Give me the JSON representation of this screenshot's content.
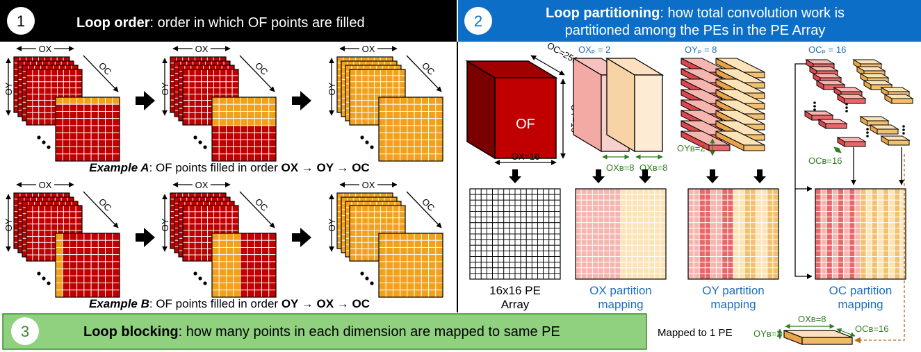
{
  "panel1": {
    "number": "1",
    "title_bold": "Loop order",
    "title_rest": ": order in which OF points are filled",
    "ox_label": "OX",
    "oy_label": "OY",
    "oc_label": "OC",
    "example_a": {
      "name": "Example A",
      "text": ": OF points filled in order ",
      "order": "OX → OY → OC"
    },
    "example_b": {
      "name": "Example B",
      "text": ": OF points filled in order ",
      "order": "OY → OX → OC"
    }
  },
  "panel2": {
    "number": "2",
    "title_bold": "Loop partitioning",
    "title_rest1": ": how total convolution work is",
    "title_rest2": "partitioned among the PEs in the PE Array",
    "of_label": "OF",
    "oc_dim": "OC=256",
    "oy_dim": "OY=16",
    "ox_dim": "OX=16",
    "oxp": "OXₚ = 2",
    "oyp": "OYₚ = 8",
    "ocp": "OCₚ = 16",
    "oxb1": "OXʙ=8",
    "oxb2": "OXʙ=8",
    "oyb": "OYʙ=2",
    "ocb": "OCʙ=16",
    "grid_labels": [
      [
        "16x16 PE",
        "Array"
      ],
      [
        "OX partition",
        "mapping"
      ],
      [
        "OY partition",
        "mapping"
      ],
      [
        "OC partition",
        "mapping"
      ]
    ],
    "mapped_label": "Mapped to 1 PE",
    "pe_oxb": "OXʙ=8",
    "pe_oyb": "OYʙ=2",
    "pe_ocb": "OCʙ=16"
  },
  "panel3": {
    "number": "3",
    "title_bold": "Loop blocking",
    "title_rest": ": how many points in each dimension are mapped to same PE"
  },
  "colors": {
    "red": "#c00000",
    "dark_red": "#7a0000",
    "orange": "#f2a11c",
    "blue_header": "#0d6ec7",
    "green_box": "#8fd17f",
    "pink": "#f6b6b0",
    "cream": "#fde4b8",
    "label_blue": "#1f6fbd",
    "label_green": "#2e7d1e"
  }
}
